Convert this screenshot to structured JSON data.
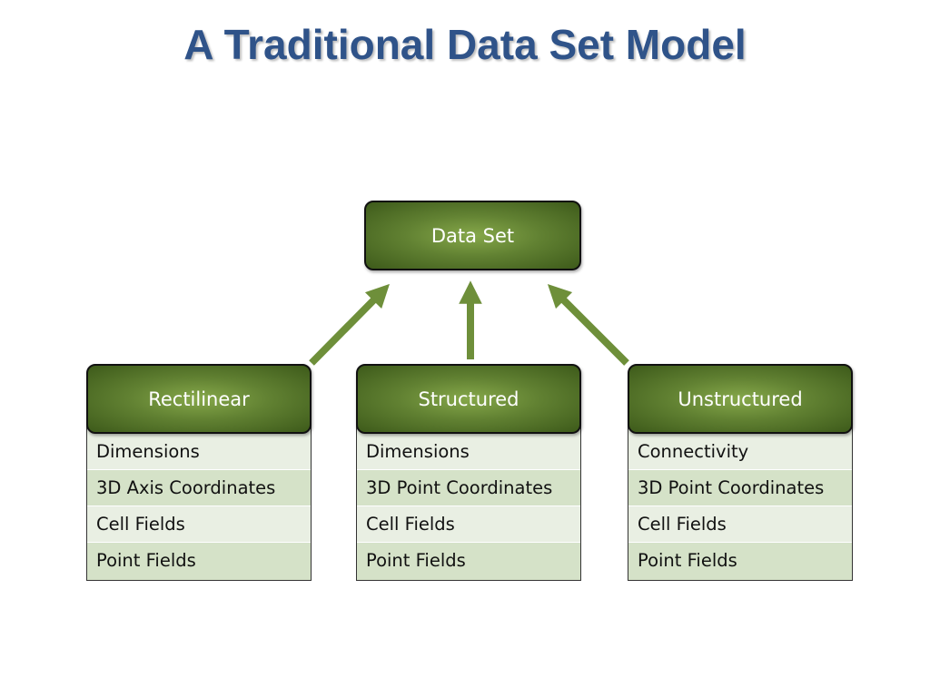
{
  "title": "A Traditional Data Set Model",
  "colors": {
    "title": "#2f5389",
    "node_fill": "#618132",
    "arrow": "#6e8f3a",
    "row_light": "#e9efe3",
    "row_dark": "#d5e2c8"
  },
  "root": {
    "label": "Data Set"
  },
  "groups": [
    {
      "label": "Rectilinear",
      "rows": [
        "Dimensions",
        "3D Axis Coordinates",
        "Cell Fields",
        "Point Fields"
      ]
    },
    {
      "label": "Structured",
      "rows": [
        "Dimensions",
        "3D Point Coordinates",
        "Cell Fields",
        "Point Fields"
      ]
    },
    {
      "label": "Unstructured",
      "rows": [
        "Connectivity",
        "3D Point Coordinates",
        "Cell Fields",
        "Point Fields"
      ]
    }
  ]
}
